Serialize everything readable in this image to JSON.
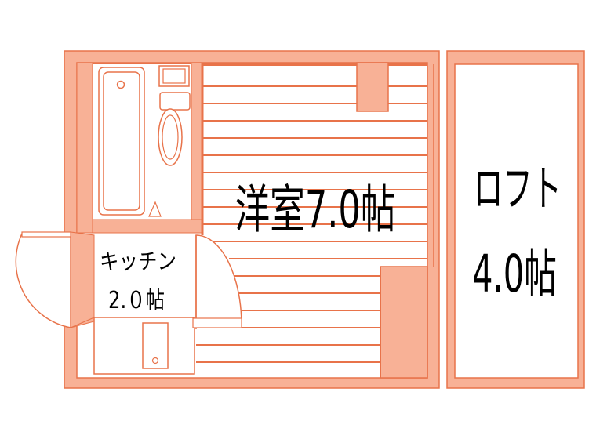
{
  "rooms": {
    "western_room": {
      "label": "洋室7.0帖"
    },
    "kitchen": {
      "label_line1": "キッチン",
      "label_line2": "2.０帖"
    },
    "loft": {
      "label_line1": "ロフト",
      "label_line2": "4.0帖"
    }
  },
  "colors": {
    "wall": "#f8b196",
    "line": "#e8734a",
    "background": "#ffffff",
    "text": "#000000"
  }
}
